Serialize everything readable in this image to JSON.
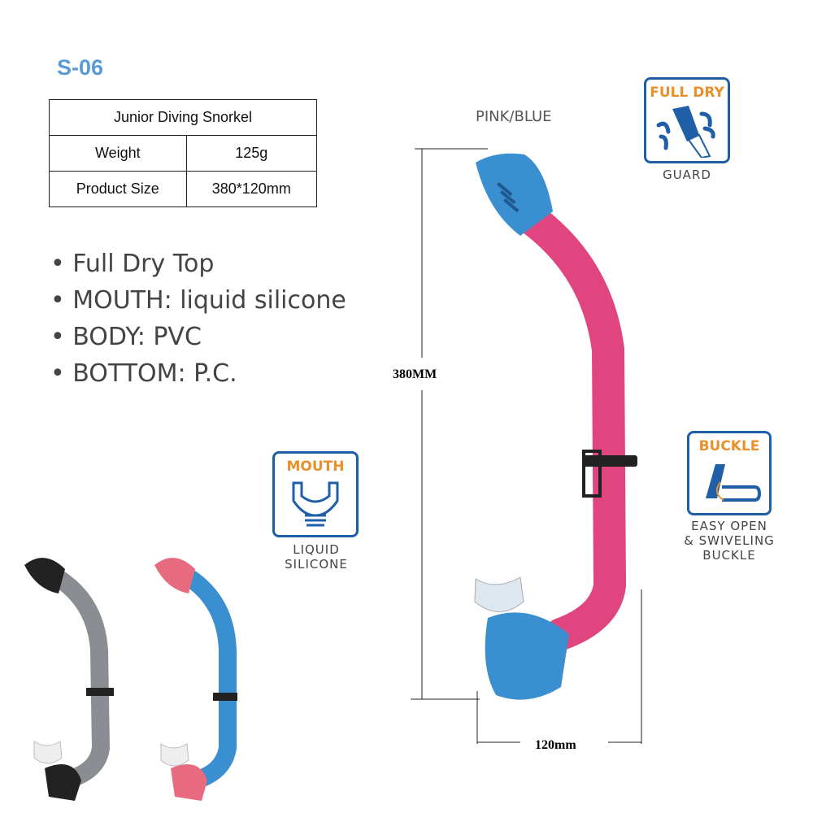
{
  "model": "S-06",
  "specs": {
    "title": "Junior Diving Snorkel",
    "rows": [
      {
        "label": "Weight",
        "value": "125g"
      },
      {
        "label": "Product Size",
        "value": "380*120mm"
      }
    ]
  },
  "features": [
    "Full Dry Top",
    "MOUTH: liquid silicone",
    "BODY: PVC",
    "BOTTOM: P.C."
  ],
  "color_label": "PINK/BLUE",
  "badges": {
    "full_dry": {
      "title": "FULL DRY",
      "caption": "GUARD",
      "icon": "dry-top-icon"
    },
    "mouth": {
      "title": "MOUTH",
      "caption_1": "LIQUID",
      "caption_2": "SILICONE",
      "icon": "mouthpiece-icon"
    },
    "buckle": {
      "title": "BUCKLE",
      "caption_1": "EASY OPEN",
      "caption_2": "& SWIVELING",
      "caption_3": "BUCKLE",
      "icon": "buckle-icon"
    }
  },
  "dimensions": {
    "height": "380MM",
    "width": "120mm"
  },
  "colors": {
    "accent": "#5b9bd5",
    "badge_border": "#1f5fa8",
    "badge_title": "#e8912c",
    "pink": "#e0457f",
    "blue": "#3a8fd0"
  }
}
